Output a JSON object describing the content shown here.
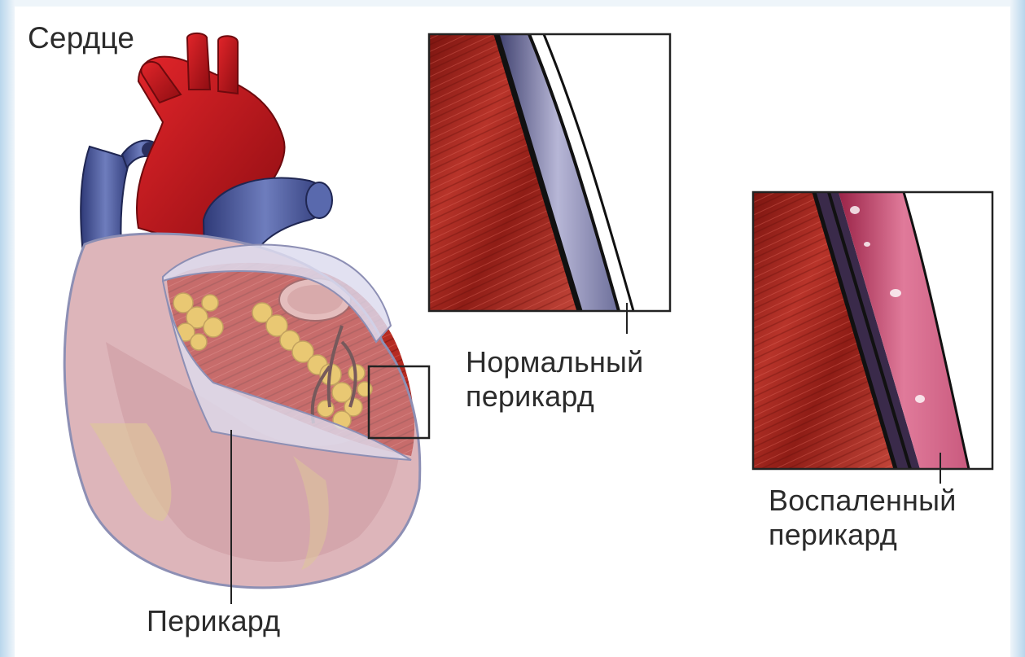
{
  "labels": {
    "heart": "Сердце",
    "normal_pericardium_line1": "Нормальный",
    "normal_pericardium_line2": "перикард",
    "inflamed_pericardium_line1": "Воспаленный",
    "inflamed_pericardium_line2": "перикард",
    "pericardium": "Перикард"
  },
  "colors": {
    "slide_background": "#dcebf5",
    "artery_red": "#c8171d",
    "vein_blue": "#4a5a9a",
    "muscle_red": "#a8281f",
    "fat_yellow": "#e6b52a",
    "pericardium_membrane": "#d9d4e6",
    "inflamed_pink": "#c9486f",
    "text": "#2b2b2b"
  }
}
